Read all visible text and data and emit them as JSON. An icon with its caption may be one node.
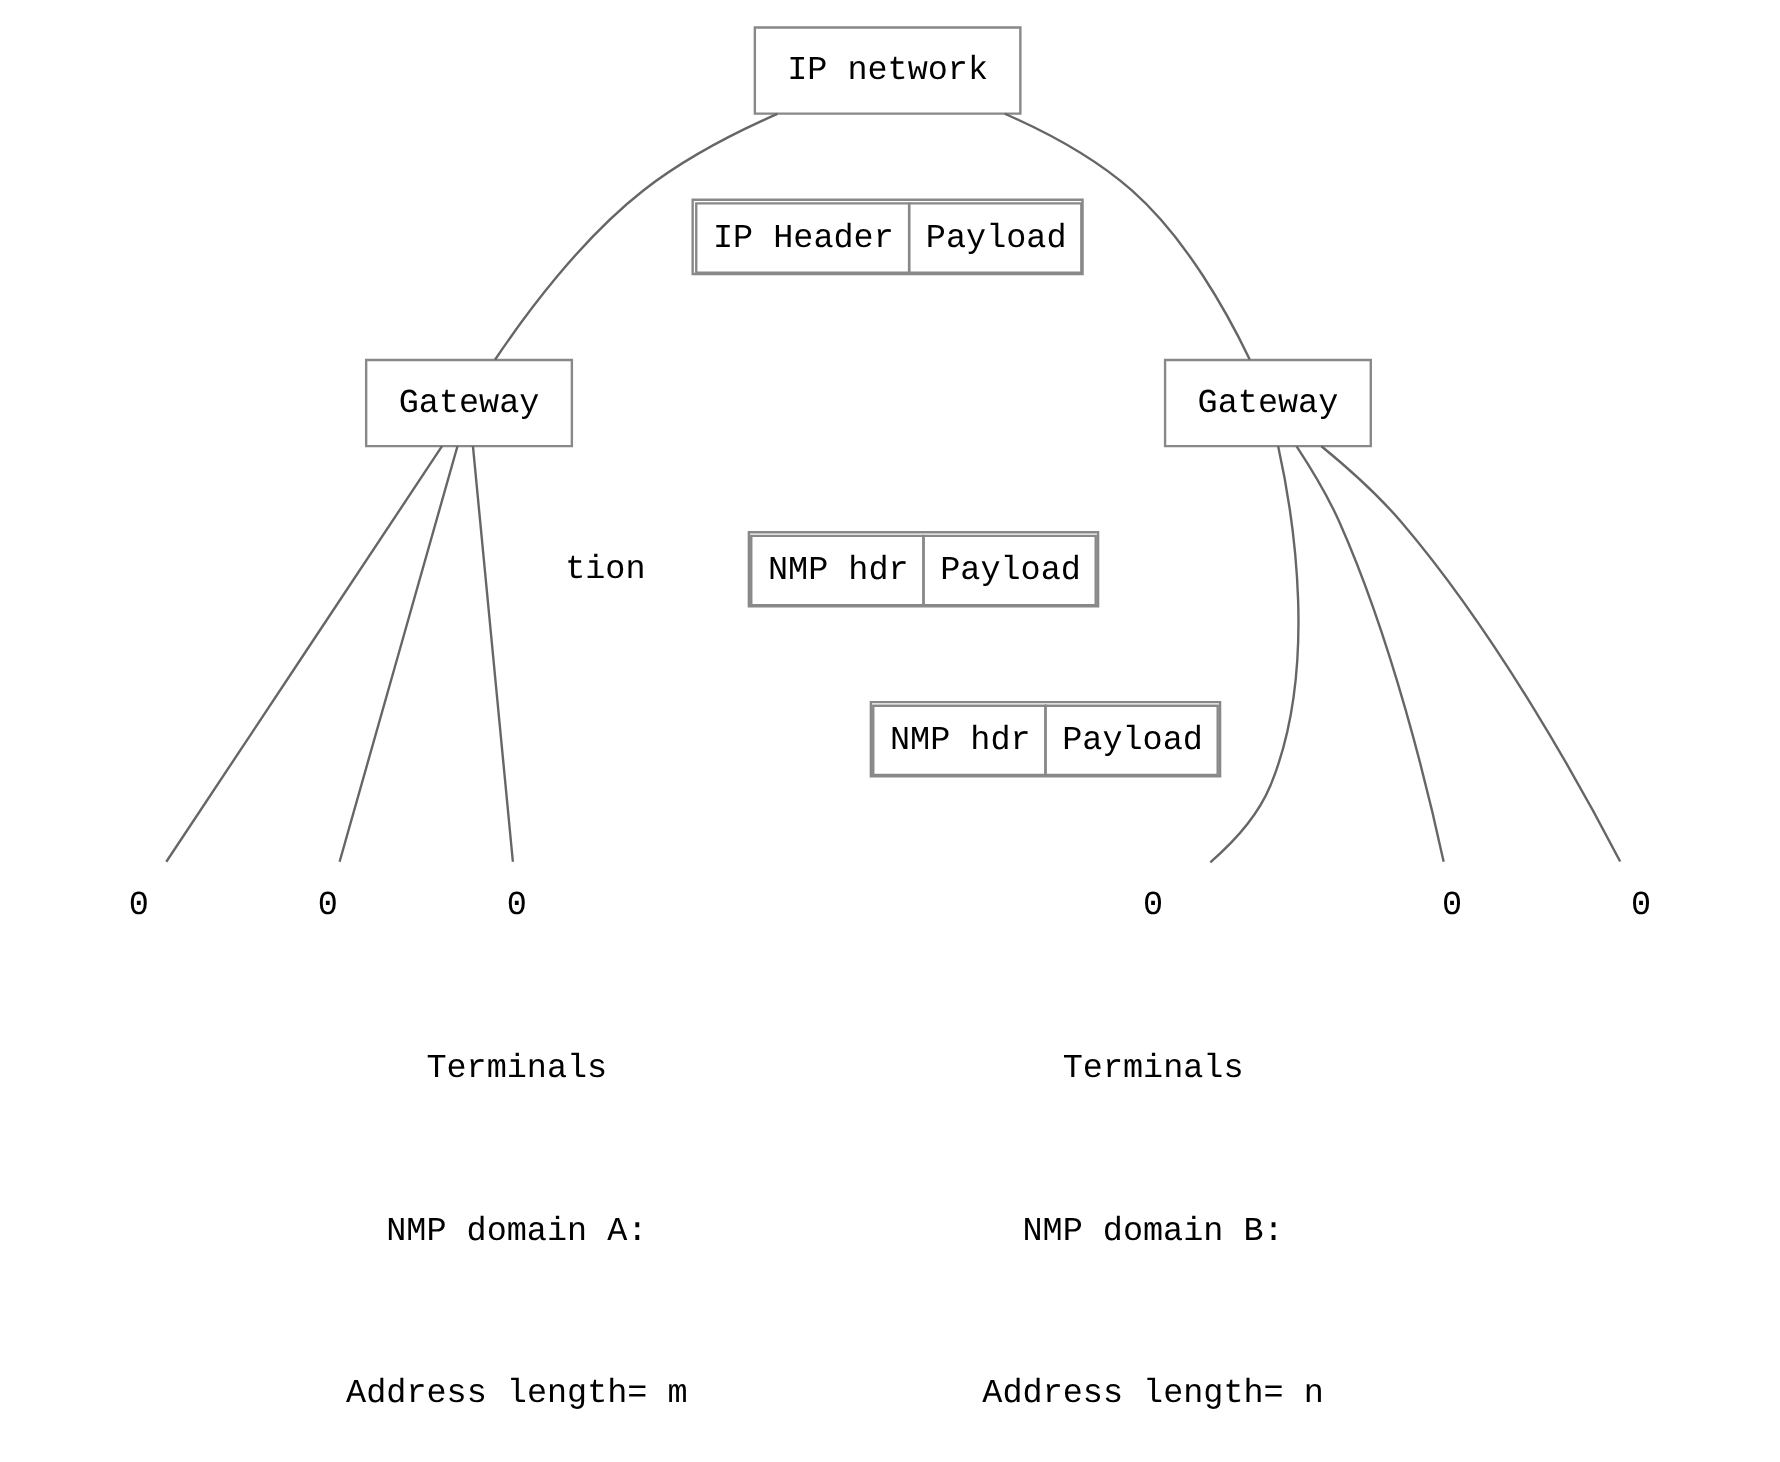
{
  "diagram": {
    "nodes": [
      {
        "text": [
          "IP network"
        ]
      },
      {
        "text": [
          "IP Header",
          "Payload"
        ]
      },
      {
        "text": [
          "Gateway"
        ]
      },
      {
        "text": [
          "NMP hdr",
          "Payload"
        ]
      },
      {
        "text": [
          "Gateway"
        ]
      },
      {
        "text": [
          "NMP hdr",
          "Payload"
        ]
      },
      {
        "text": [
          "0"
        ]
      },
      {
        "text": [
          "0"
        ]
      },
      {
        "text": [
          "0"
        ]
      },
      {
        "text": [
          "0"
        ]
      },
      {
        "text": [
          "0"
        ]
      },
      {
        "text": [
          "0"
        ]
      }
    ],
    "edges": [
      {
        "from": 0,
        "to": 2,
        "arrow": "none"
      },
      {
        "from": 0,
        "to": 4,
        "arrow": "none"
      },
      {
        "from": 2,
        "to": 6,
        "arrow": "none"
      },
      {
        "from": 2,
        "to": 7,
        "arrow": "none"
      },
      {
        "from": 2,
        "to": 8,
        "arrow": "none"
      },
      {
        "from": 4,
        "to": 9,
        "arrow": "none"
      },
      {
        "from": 4,
        "to": 10,
        "arrow": "none"
      },
      {
        "from": 4,
        "to": 11,
        "arrow": "none"
      }
    ],
    "labels": [
      "tion",
      "Terminals",
      "Terminals",
      "NMP domain A:",
      "Address length= m",
      "NMP domain B:",
      "Address length= n"
    ]
  }
}
